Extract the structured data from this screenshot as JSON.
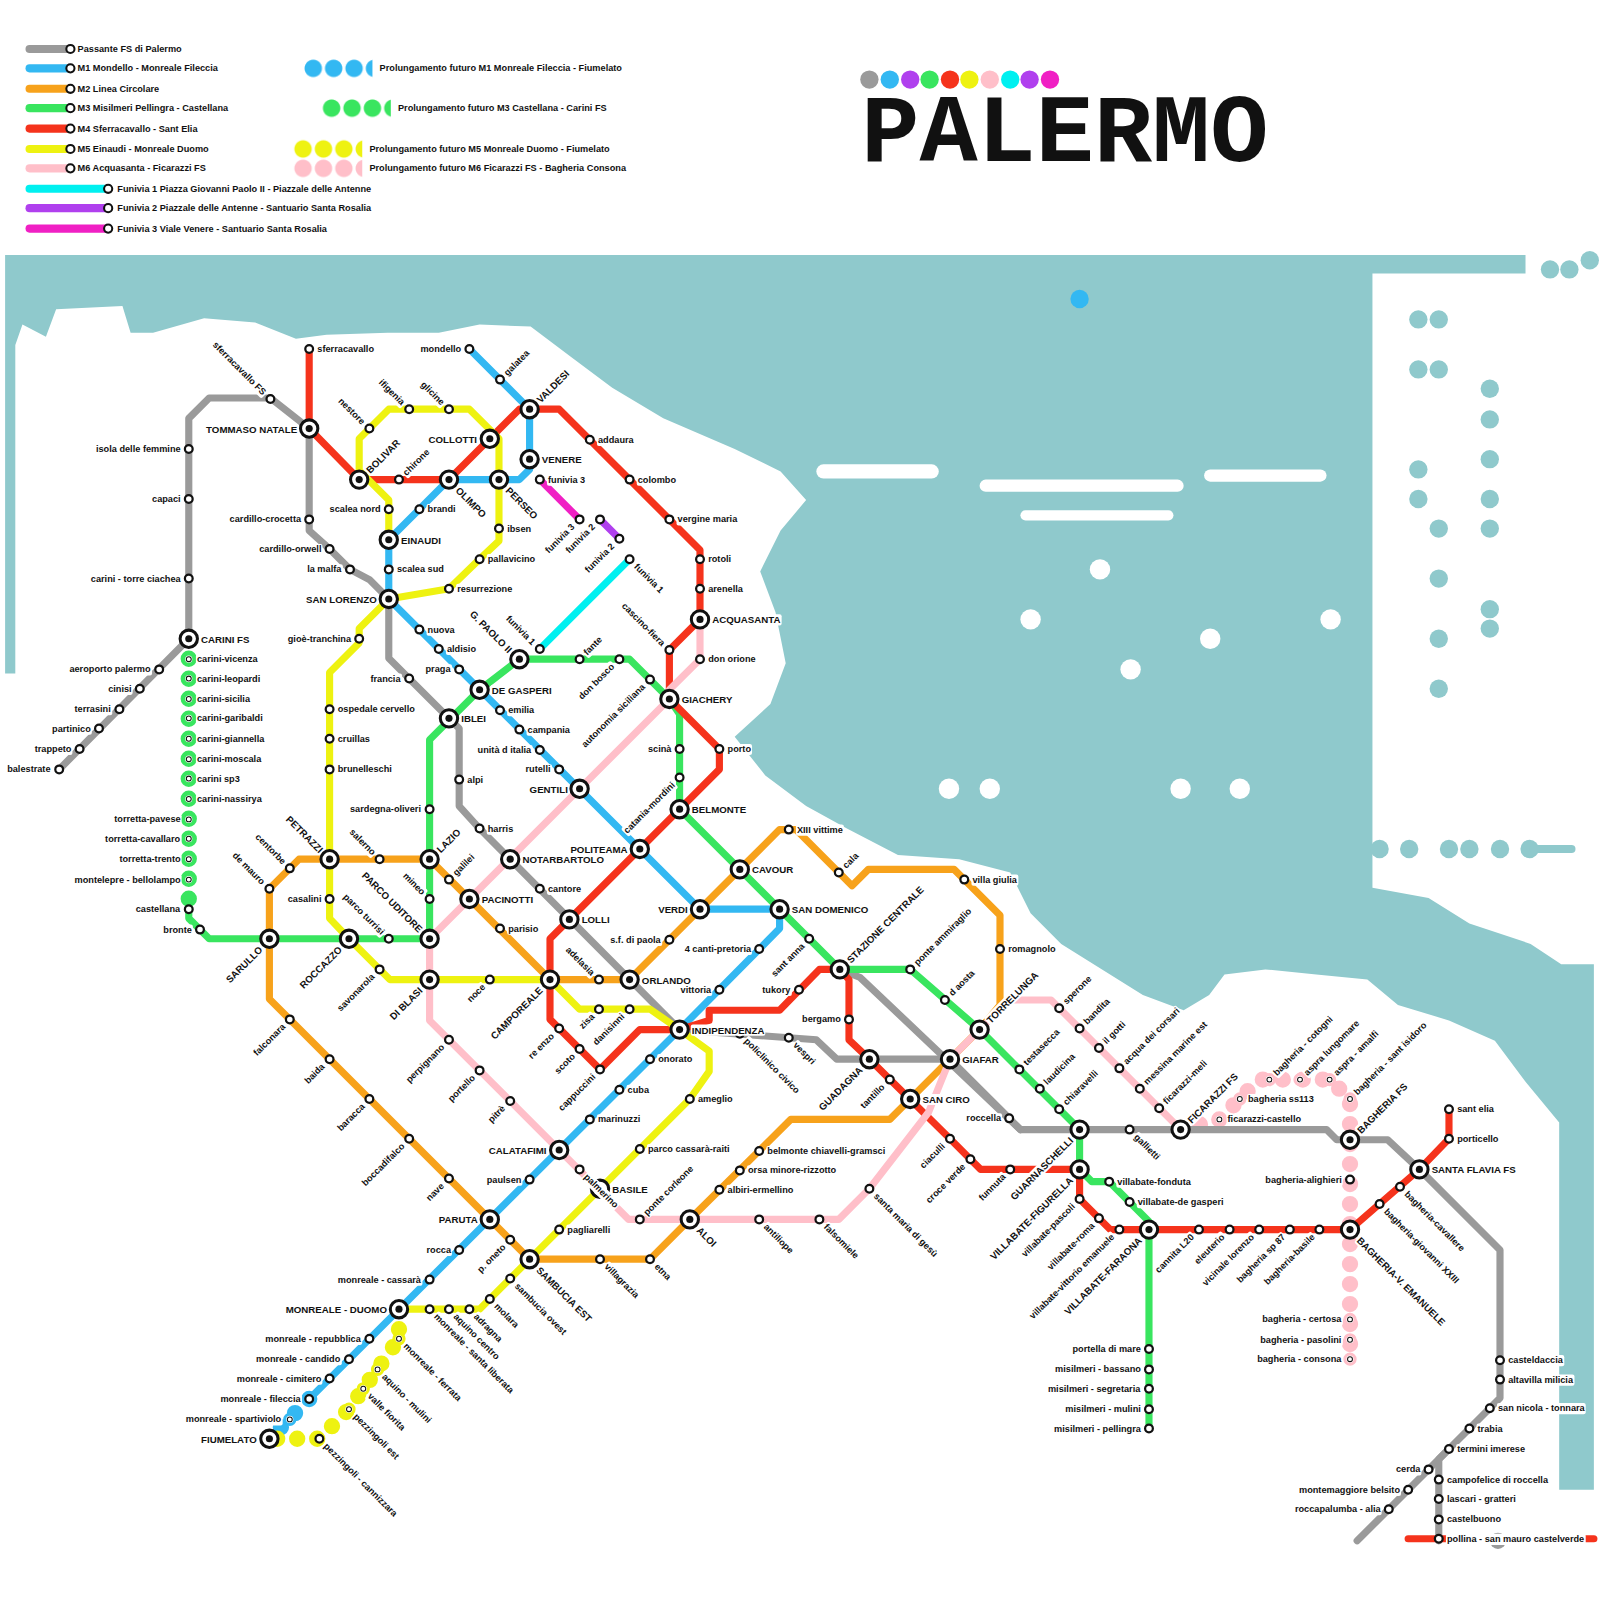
{
  "diagram": {
    "title": "PALERMO",
    "labels": [
      "sferracavallo FS",
      "TOMMASO NATALE",
      "isola delle femmine",
      "capaci",
      "carini - torre ciachea",
      "CARINI FS",
      "aeroporto palermo",
      "cinisi",
      "terrasini",
      "partinico",
      "trappeto",
      "balestrate",
      "cardillo-crocetta",
      "cardillo-orwell",
      "la malfa",
      "SAN LORENZO",
      "francia",
      "IBLEI",
      "alpi",
      "harris",
      "NOTARBARTOLO",
      "cantore",
      "LOLLI",
      "INDIPENDENZA",
      "policlinico civico",
      "vespri",
      "GUADAGNA",
      "GIAFAR",
      "roccella",
      "GUARNASCHELLI",
      "gallietti",
      "FICARAZZI FS",
      "BAGHERIA FS",
      "SANTA FLAVIA FS",
      "casteldaccia",
      "altavilla milicia",
      "san nicola - tonnara",
      "trabia",
      "termini imerese",
      "cerda",
      "montemaggiore belsito",
      "roccapalumba - alia",
      "campofelice di roccella",
      "lascari - gratteri",
      "castelbuono",
      "pollina - san mauro castelverde",
      "mondello",
      "galatea",
      "VALDESI",
      "VENERE",
      "PERSEO",
      "OLIMPO",
      "brandi",
      "EINAUDI",
      "scalea sud",
      "nuova",
      "aldisio",
      "praga",
      "DE GASPERI",
      "emilia",
      "campania",
      "unità d italia",
      "rutelli",
      "GENTILI",
      "POLITEAMA",
      "VERDI",
      "SAN DOMENICO",
      "4 canti-pretoria",
      "vittoria",
      "onorato",
      "cuba",
      "marinuzzi",
      "CALATAFIMI",
      "paulsen",
      "PARUTA",
      "rocca",
      "monreale - cassarà",
      "MONREALE - DUOMO",
      "monreale - repubblica",
      "monreale - candido",
      "monreale - cimitero",
      "monreale - fileccia",
      "monreale - spartiviolo",
      "FIUMELATO",
      "PETRAZZI",
      "salerno",
      "LAZIO",
      "galilei",
      "PACINOTTI",
      "parisio",
      "CAMPOREALE",
      "adelasia",
      "ORLANDO",
      "s.f. di paola",
      "CAVOUR",
      "XIII vittime",
      "cala",
      "villa giulia",
      "romagnolo",
      "TORRELUNGA",
      "SAN CIRO",
      "belmonte chiavelli-gramsci",
      "orsa minore-rizzotto",
      "albiri-ermellino",
      "ALOI",
      "etna",
      "villagrazia",
      "SAMBUCIA EST",
      "p. oneto",
      "nave",
      "boccadifalco",
      "baracca",
      "baida",
      "falconara",
      "SARULLO",
      "de mauro",
      "centorbe",
      "carini-vicenza",
      "carini-leopardi",
      "carini-sicilia",
      "carini-garibaldi",
      "carini-giannella",
      "carini-moscala",
      "carini sp3",
      "carini-nassirya",
      "torretta-pavese",
      "torretta-cavallaro",
      "torretta-trento",
      "montelepre - bellolampo",
      "castellana",
      "bronte",
      "ROCCAZZO",
      "parco turrisi",
      "PARCO UDITORE",
      "mineo",
      "sardegna-oliveri",
      "G. PAOLO II",
      "fante",
      "don bosco",
      "autonomia siciliana",
      "GIACHERY",
      "scinà",
      "catania-mordini",
      "BELMONTE",
      "sant anna",
      "STAZIONE CENTRALE",
      "ponte ammiraglio",
      "d aosta",
      "testasecca",
      "laudicina",
      "chiaravelli",
      "VILLABATE-FIGURELLA",
      "villabate-fonduta",
      "villabate-de gasperi",
      "VILLABATE-FARAONA",
      "portella di mare",
      "misilmeri - bassano",
      "misilmeri - segretaria",
      "misilmeri - mulini",
      "misilmeri - pellingra",
      "sferracavallo",
      "BOLIVAR",
      "chirone",
      "COLLOTTI",
      "addaura",
      "colombo",
      "vergine maria",
      "rotoli",
      "arenella",
      "ACQUASANTA",
      "cascino-fiera",
      "porto",
      "re enzo",
      "scoto",
      "cappuccini",
      "tukory",
      "bergamo",
      "tantillo",
      "ciaculli",
      "croce verde",
      "funnuta",
      "villabate-pascoli",
      "villabate-roma",
      "villabate-vittorio emanuele",
      "cannita L20",
      "eleuterio",
      "vicinale lorenzo",
      "bagheria sp 87",
      "bagheria-basile",
      "BAGHERIA-V. EMANUELE",
      "bagheria-giovanni XXIII",
      "bagheria-cavallere",
      "porticello",
      "sant elia",
      "scalea nord",
      "nestore",
      "ifigenia",
      "glicine",
      "ibsen",
      "pallavicino",
      "resurrezione",
      "gioè-tranchina",
      "ospedale cervello",
      "cruillas",
      "brunelleschi",
      "casalini",
      "savonarola",
      "DI BLASI",
      "noce",
      "zisa",
      "danisinni",
      "ameglio",
      "parco cassarà-raiti",
      "BASILE",
      "pagliarelli",
      "sambucia ovest",
      "molara",
      "adragna",
      "aquino centro",
      "monreale - santa liberata",
      "monreale - ferrata",
      "aquino - mulini",
      "valle fiorita",
      "pezzingoli est",
      "pezzingoli - cannizzara",
      "don orione",
      "perpignano",
      "portello",
      "pitrè",
      "palmerino",
      "ponte corleone",
      "antiliope",
      "falsomiele",
      "santa maria di gesù",
      "sperone",
      "bandita",
      "il gotti",
      "acqua dei corsari",
      "messina marine est",
      "ficarazzi-meli",
      "ficarazzi-castello",
      "bagheria ss113",
      "bagheria - cotogni",
      "aspra lungomare",
      "aspra - amalfi",
      "bagheria - sant isidoro",
      "bagheria-alighieri",
      "bagheria - certosa",
      "bagheria - pasolini",
      "bagheria - consona",
      "funivia 3",
      "funivia 3",
      "funivia 2",
      "funivia 2",
      "funivia 1",
      "funivia 1"
    ],
    "legend": [
      {
        "text": "Passante FS di Palermo",
        "color": "#9a9a9a"
      },
      {
        "text": "M1 Mondello - Monreale Fileccia",
        "color": "#33b8f2"
      },
      {
        "text": "Prolungamento futuro M1 Monreale Fileccia - Fiumelato",
        "color": "#33b8f2"
      },
      {
        "text": "M2 Linea Circolare",
        "color": "#f7a21b"
      },
      {
        "text": "M3 Misilmeri Pellingra - Castellana",
        "color": "#39e55f"
      },
      {
        "text": "Prolungamento futuro M3 Castellana - Carini FS",
        "color": "#39e55f"
      },
      {
        "text": "M4 Sferracavallo - Sant Elia",
        "color": "#f5331c"
      },
      {
        "text": "M5 Einaudi - Monreale Duomo",
        "color": "#eef211"
      },
      {
        "text": "Prolungamento futuro M5 Monreale Duomo - Fiumelato",
        "color": "#eef211"
      },
      {
        "text": "M6 Acquasanta - Ficarazzi FS",
        "color": "#ffbfc9"
      },
      {
        "text": "Prolungamento futuro M6 Ficarazzi FS - Bagheria Consona",
        "color": "#ffbfc9"
      },
      {
        "text": "Funivia 1 Piazza Giovanni Paolo II - Piazzale delle Antenne",
        "color": "#00f0f0"
      },
      {
        "text": "Funivia 2 Piazzale delle Antenne - Santuario Santa Rosalia",
        "color": "#b040ee"
      },
      {
        "text": "Funivia 3 Viale Venere - Santuario Santa Rosalia",
        "color": "#f020c4"
      }
    ]
  }
}
